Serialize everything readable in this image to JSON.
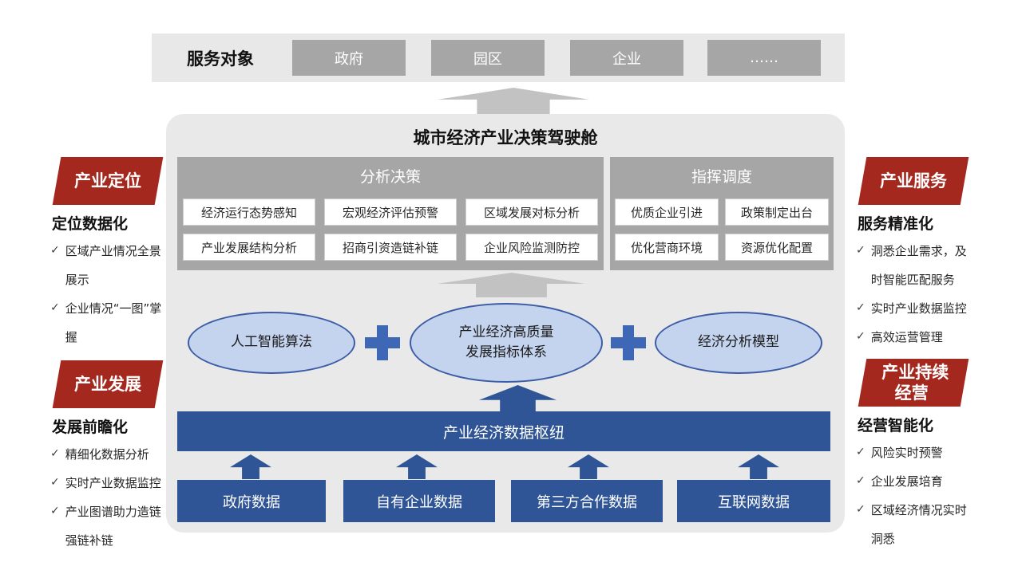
{
  "colors": {
    "banner_red": "#A5281F",
    "primary_blue": "#2F5597",
    "box_gray": "#A6A6A6",
    "panel_gray": "#E8E8E8",
    "arrow_gray": "#C2C2C2",
    "ellipse_fill": "#C4D3EE",
    "ellipse_border": "#3C5DA6",
    "plus_blue": "#3E68B5"
  },
  "icons": {
    "check": "✓"
  },
  "top_bar": {
    "label": "服务对象",
    "items": [
      "政府",
      "园区",
      "企业",
      "……"
    ]
  },
  "cockpit": {
    "title": "城市经济产业决策驾驶舱",
    "sections": [
      {
        "header": "分析决策",
        "items": [
          "经济运行态势感知",
          "宏观经济评估预警",
          "区域发展对标分析",
          "产业发展结构分析",
          "招商引资造链补链",
          "企业风险监测防控"
        ]
      },
      {
        "header": "指挥调度",
        "items": [
          "优质企业引进",
          "政策制定出台",
          "优化营商环境",
          "资源优化配置"
        ]
      }
    ],
    "ellipses": [
      {
        "lines": [
          "人工智能算法"
        ]
      },
      {
        "lines": [
          "产业经济高质量",
          "发展指标体系"
        ]
      },
      {
        "lines": [
          "经济分析模型"
        ]
      }
    ],
    "hub": "产业经济数据枢纽",
    "data_sources": [
      "政府数据",
      "自有企业数据",
      "第三方合作数据",
      "互联网数据"
    ]
  },
  "side_panels": [
    {
      "banner_lines": [
        "产业定位"
      ],
      "heading": "定位数据化",
      "items": [
        "区域产业情况全景展示",
        "企业情况“一图”掌握"
      ]
    },
    {
      "banner_lines": [
        "产业发展"
      ],
      "heading": "发展前瞻化",
      "items": [
        "精细化数据分析",
        "实时产业数据监控",
        "产业图谱助力造链强链补链"
      ]
    },
    {
      "banner_lines": [
        "产业服务"
      ],
      "heading": "服务精准化",
      "items": [
        "洞悉企业需求，及时智能匹配服务",
        "实时产业数据监控",
        "高效运营管理"
      ]
    },
    {
      "banner_lines": [
        "产业持续",
        "经营"
      ],
      "heading": "经营智能化",
      "items": [
        "风险实时预警",
        "企业发展培育",
        "区域经济情况实时洞悉"
      ]
    }
  ]
}
